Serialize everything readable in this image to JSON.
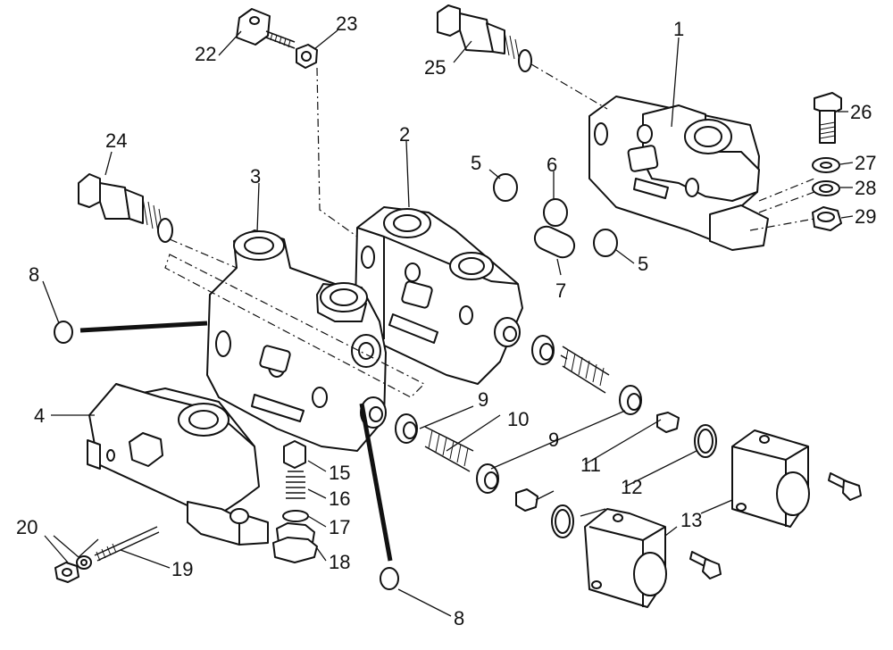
{
  "labels": {
    "p1": "1",
    "p2": "2",
    "p3": "3",
    "p4": "4",
    "p5a": "5",
    "p5b": "5",
    "p6": "6",
    "p7": "7",
    "p8a": "8",
    "p8b": "8",
    "p9a": "9",
    "p9b": "9",
    "p10": "10",
    "p11": "11",
    "p12": "12",
    "p13": "13",
    "p15": "15",
    "p16": "16",
    "p17": "17",
    "p18": "18",
    "p19": "19",
    "p20": "20",
    "p22": "22",
    "p23": "23",
    "p24": "24",
    "p25": "25",
    "p26": "26",
    "p27": "27",
    "p28": "28",
    "p29": "29"
  }
}
